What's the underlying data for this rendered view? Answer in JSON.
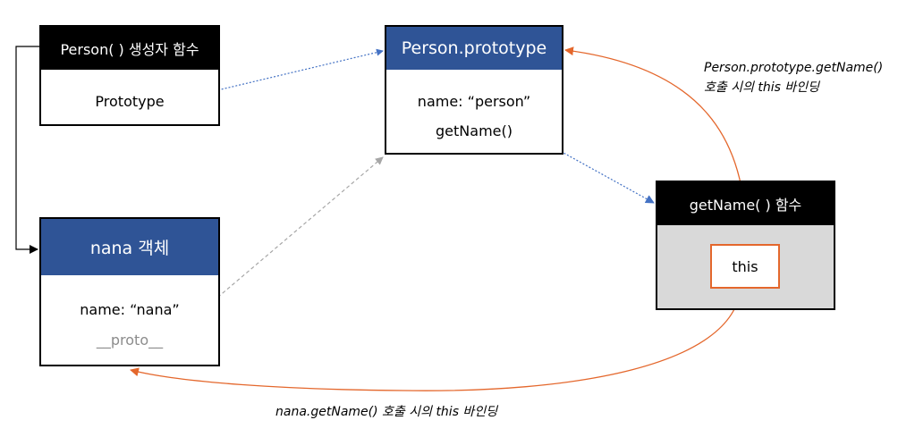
{
  "person_constructor": {
    "title": "Person( ) 생성자 함수",
    "prototype_label": "Prototype"
  },
  "person_prototype": {
    "title": "Person.prototype",
    "name_line": "name: “person”",
    "method_line": "getName()"
  },
  "getname_function": {
    "title": "getName( ) 함수",
    "this_label": "this"
  },
  "nana_object": {
    "title": "nana 객체",
    "name_line": "name: “nana”",
    "proto_line": "__proto__"
  },
  "annotations": {
    "prototype_call_line1": "Person.prototype.getName()",
    "prototype_call_line2": "호출 시의 this 바인딩",
    "nana_call": "nana.getName() 호출 시의 this 바인딩"
  },
  "colors": {
    "blue_header": "#2f5496",
    "black_header": "#000000",
    "function_body": "#d9d9d9",
    "orange_arrow": "#e4672c",
    "blue_dotted": "#4472c4",
    "gray_dashed": "#a6a6a6"
  }
}
